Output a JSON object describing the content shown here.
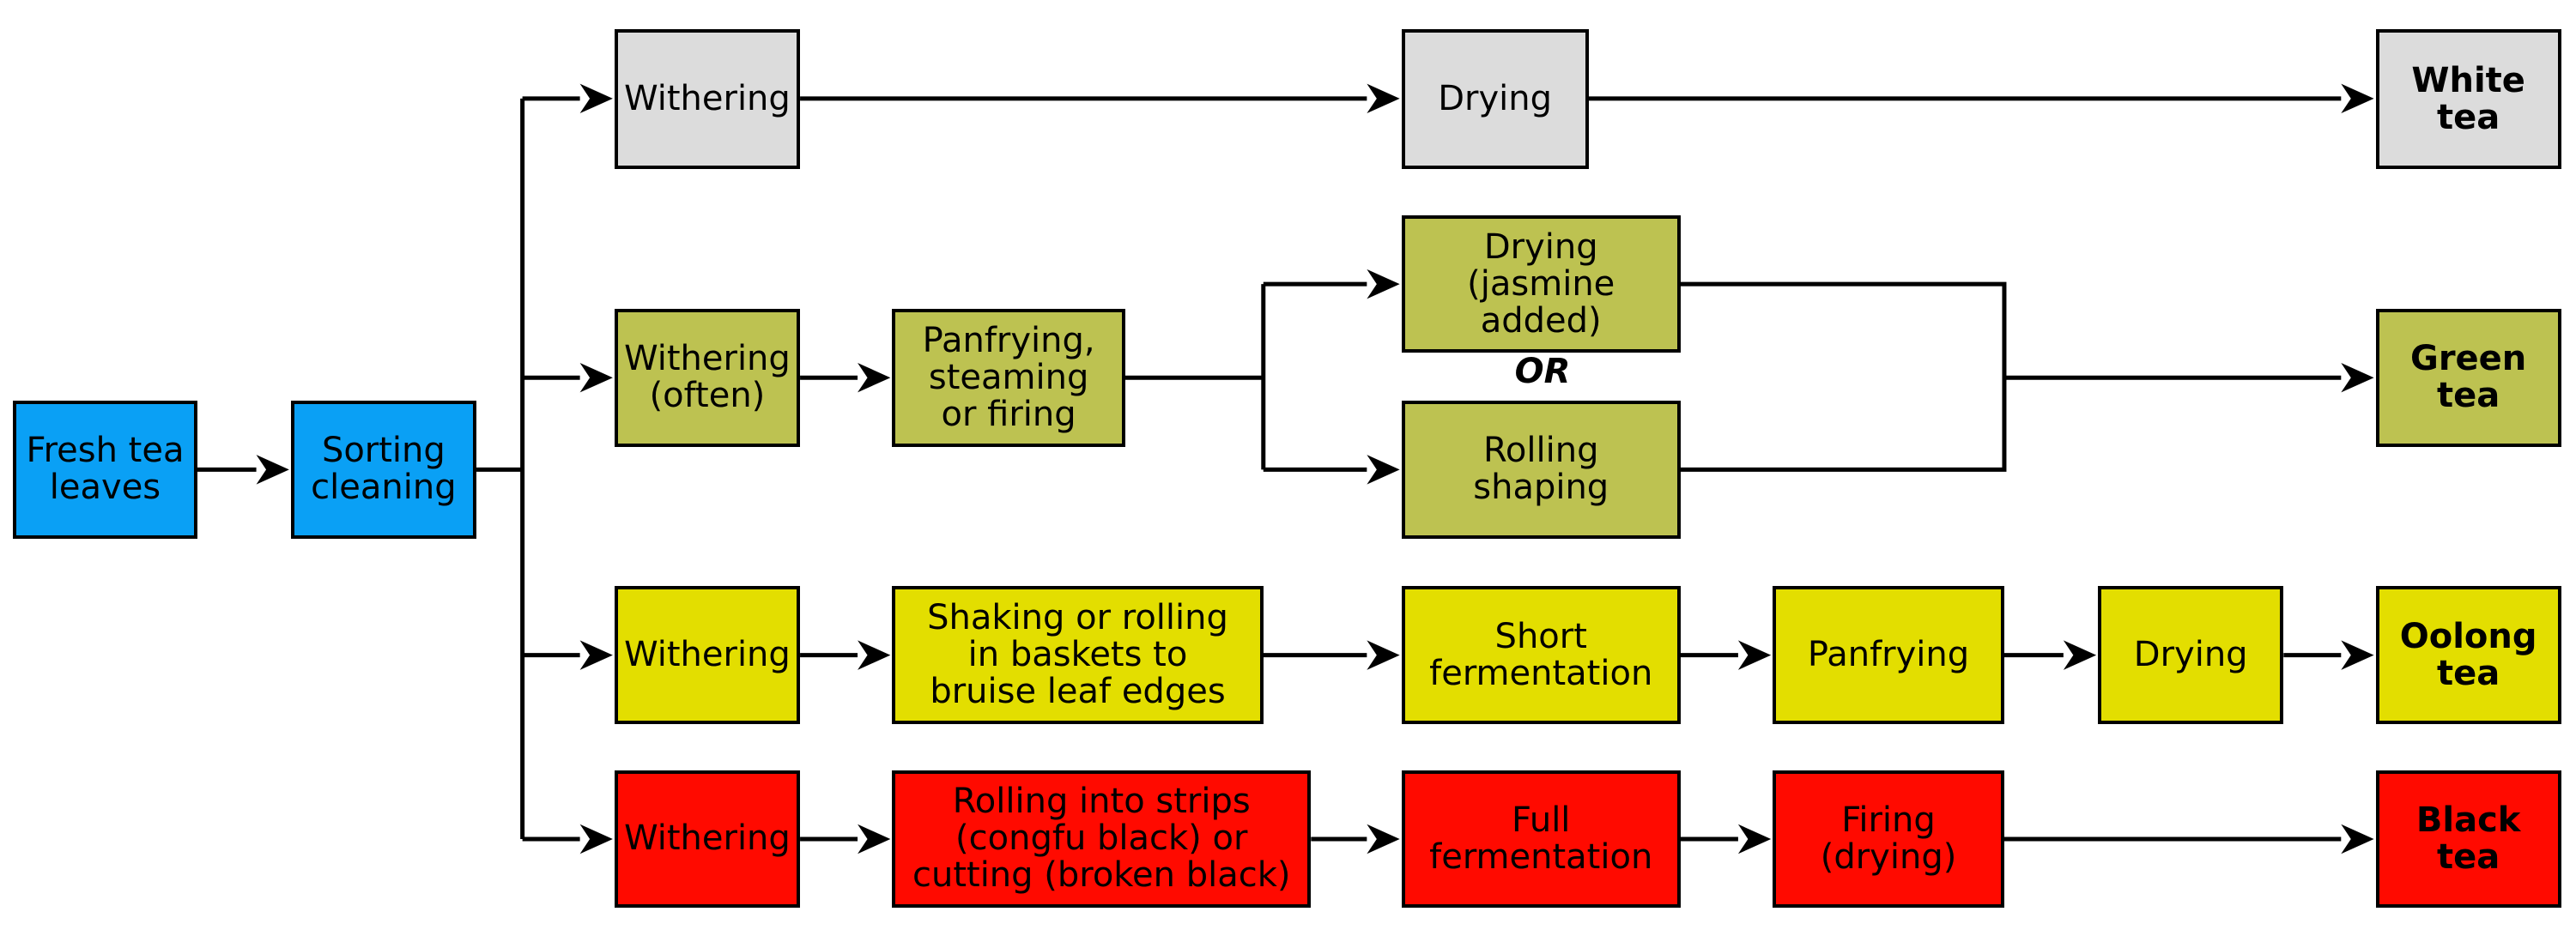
{
  "colors": {
    "start": "#0aa0f5",
    "white": "#dcdcdc",
    "green": "#bdc251",
    "oolong": "#e3de00",
    "black": "#ff0a00",
    "line": "#000000"
  },
  "boxes": {
    "fresh": "Fresh tea\nleaves",
    "sorting": "Sorting\ncleaning",
    "white_withering": "Withering",
    "white_drying": "Drying",
    "white_tea": "White\ntea",
    "green_withering": "Withering\n(often)",
    "green_panfry": "Panfrying,\nsteaming\nor firing",
    "green_drying": "Drying\n(jasmine\nadded)",
    "green_rolling": "Rolling\nshaping",
    "green_tea": "Green\ntea",
    "oolong_withering": "Withering",
    "oolong_shaking": "Shaking or rolling\nin baskets to\nbruise leaf edges",
    "oolong_ferment": "Short\nfermentation",
    "oolong_panfry": "Panfrying",
    "oolong_drying": "Drying",
    "oolong_tea": "Oolong\ntea",
    "black_withering": "Withering",
    "black_rolling": "Rolling into strips\n(congfu black) or\ncutting (broken black)",
    "black_ferment": "Full\nfermentation",
    "black_firing": "Firing\n(drying)",
    "black_tea": "Black\ntea"
  },
  "or_label": "OR"
}
